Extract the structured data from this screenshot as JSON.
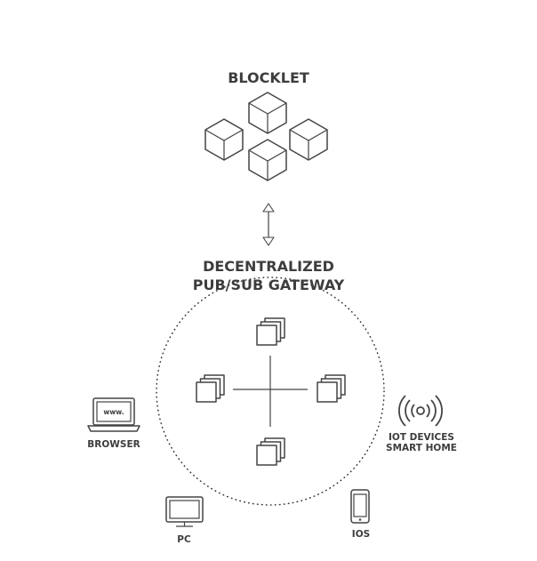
{
  "blocklet": {
    "label": "BLOCKLET",
    "icon": "cube-cluster-icon"
  },
  "arrow": {
    "icon": "double-arrow-icon"
  },
  "gateway": {
    "title_line1": "DECENTRALIZED",
    "title_line2": "PUB/SUB GATEWAY",
    "icon": "stacked-squares-icon"
  },
  "clients": {
    "browser": {
      "label": "BROWSER",
      "screen_text": "www.",
      "icon": "laptop-icon"
    },
    "iot": {
      "label_line1": "IOT DEVICES",
      "label_line2": "SMART HOME",
      "icon": "wireless-signal-icon"
    },
    "pc": {
      "label": "PC",
      "icon": "monitor-icon"
    },
    "ios": {
      "label": "IOS",
      "icon": "smartphone-icon"
    }
  },
  "colors": {
    "ink": "#3d3d3d",
    "stroke": "#444444",
    "background": "#ffffff"
  }
}
